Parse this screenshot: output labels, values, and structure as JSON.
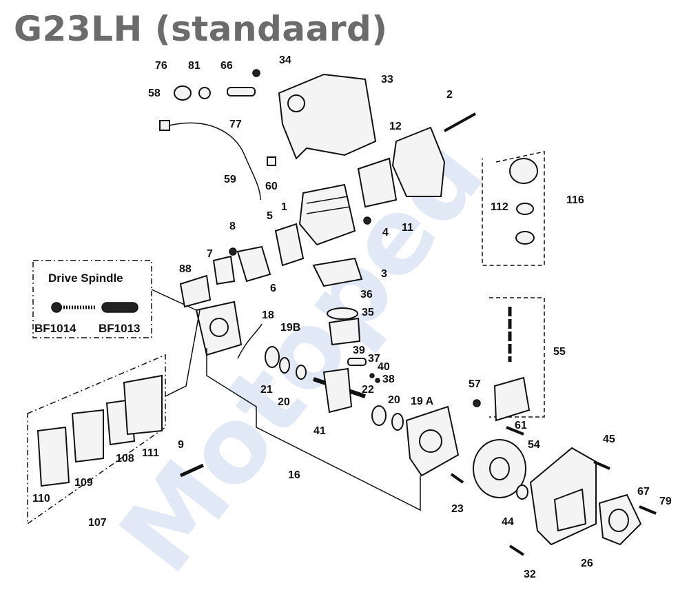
{
  "title": "G23LH (standaard)",
  "watermark": "Motoped",
  "drive_spindle": {
    "heading": "Drive Spindle",
    "codes": [
      "BF1014",
      "BF1013"
    ]
  },
  "part_labels": [
    "76",
    "81",
    "66",
    "34",
    "33",
    "58",
    "77",
    "2",
    "12",
    "59",
    "60",
    "116",
    "112",
    "8",
    "5",
    "1",
    "4",
    "11",
    "7",
    "88",
    "6",
    "3",
    "36",
    "35",
    "18",
    "19B",
    "39",
    "37",
    "40",
    "38",
    "55",
    "57",
    "21",
    "20",
    "22",
    "20",
    "19 A",
    "61",
    "41",
    "54",
    "45",
    "16",
    "9",
    "23",
    "44",
    "67",
    "79",
    "26",
    "32",
    "107",
    "108",
    "109",
    "110",
    "111"
  ]
}
